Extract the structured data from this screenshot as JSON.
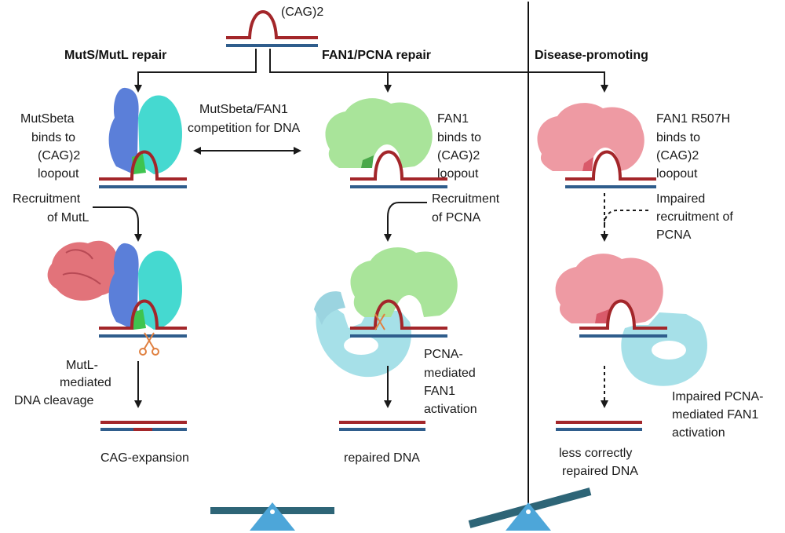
{
  "top_loop_label": "(CAG)2",
  "headers": {
    "mutsl": "MutS/MutL repair",
    "fan1": "FAN1/PCNA repair",
    "disease": "Disease-promoting"
  },
  "competition": [
    "MutSbeta/FAN1",
    "competition for DNA"
  ],
  "mutsl": {
    "binds": [
      "MutSbeta",
      "binds to",
      "(CAG)2",
      "loopout"
    ],
    "recruit": [
      "Recruitment",
      "of MutL"
    ],
    "cleavage": [
      "MutL-",
      "mediated",
      "DNA cleavage"
    ],
    "result": "CAG-expansion"
  },
  "fan1": {
    "binds": [
      "FAN1",
      "binds to",
      "(CAG)2",
      "loopout"
    ],
    "recruit": [
      "Recruitment",
      "of PCNA"
    ],
    "activation": [
      "PCNA-",
      "mediated",
      "FAN1",
      "activation"
    ],
    "result": "repaired DNA"
  },
  "disease": {
    "binds": [
      "FAN1 R507H",
      "binds to",
      "(CAG)2",
      "loopout"
    ],
    "recruit": [
      "Impaired",
      "recruitment of",
      "PCNA"
    ],
    "activation": [
      "Impaired PCNA-",
      "mediated FAN1",
      "activation"
    ],
    "result": [
      "less correctly",
      "repaired DNA"
    ]
  },
  "colors": {
    "dna_red": "#a3262a",
    "dna_blue": "#2f5d8c",
    "muts_blue": "#5b7fd9",
    "muts_cyan": "#45d9d0",
    "mutl_pink": "#e2737a",
    "fan1_green": "#a9e49a",
    "fan1_mutant_pink": "#ee9aa3",
    "pcna_cyan": "#a6e0e8",
    "seesaw_beam": "#2e6577",
    "seesaw_fulcrum": "#4da6d9"
  }
}
